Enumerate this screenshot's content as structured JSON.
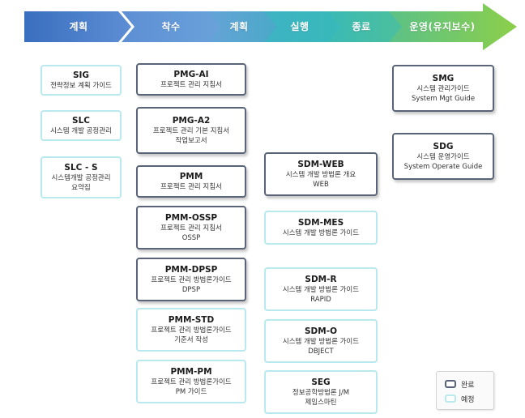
{
  "stages": [
    {
      "label": "계획",
      "color_from": "#3a6fbf",
      "color_to": "#5d8ed4"
    },
    {
      "label": "착수",
      "color_from": "#5d8ed4",
      "color_to": "#6aa2da"
    },
    {
      "label": "계획",
      "color_from": "#6aa2da",
      "color_to": "#4aa9c8"
    },
    {
      "label": "실행",
      "color_from": "#3fb2c6",
      "color_to": "#38b9b9"
    },
    {
      "label": "종료",
      "color_from": "#38b9b9",
      "color_to": "#4cbf9c"
    },
    {
      "label": "운영(유지보수)",
      "color_from": "#58c08c",
      "color_to": "#8ccf4a"
    }
  ],
  "columns": {
    "plan": [
      {
        "code": "SIG",
        "lines": [
          "전략정보 계획 가이드"
        ],
        "status": "planned"
      },
      {
        "code": "SLC",
        "lines": [
          "시스템 개발 공정관리"
        ],
        "status": "planned"
      },
      {
        "code": "SLC - S",
        "lines": [
          "시스템개발 공정관리",
          "요약집"
        ],
        "status": "planned"
      }
    ],
    "start": [
      {
        "code": "PMG-AI",
        "lines": [
          "프로젝트 관리 지침서"
        ],
        "status": "done"
      },
      {
        "code": "PMG-A2",
        "lines": [
          "프로젝트 관리 기본 지침서",
          "작업보고서"
        ],
        "status": "done"
      },
      {
        "code": "PMM",
        "lines": [
          "프로젝트 관리 지침서"
        ],
        "status": "done"
      },
      {
        "code": "PMM-OSSP",
        "lines": [
          "프로젝트 관리 지침서",
          "OSSP"
        ],
        "status": "done"
      },
      {
        "code": "PMM-DPSP",
        "lines": [
          "프로젝트 관리 방법론가이드",
          "DPSP"
        ],
        "status": "done"
      },
      {
        "code": "PMM-STD",
        "lines": [
          "프로젝트 관리 방법론가이드",
          "기준서 작성"
        ],
        "status": "planned"
      },
      {
        "code": "PMM-PM",
        "lines": [
          "프로젝트 관리 방법론가이드",
          "PM 가이드"
        ],
        "status": "planned"
      }
    ],
    "execute": [
      {
        "code": "SDM-WEB",
        "lines": [
          "시스템 개발 방법론 개요",
          "WEB"
        ],
        "status": "done"
      },
      {
        "code": "SDM-MES",
        "lines": [
          "시스템 개발 방법론 가이드"
        ],
        "status": "planned"
      },
      {
        "code": "SDM-R",
        "lines": [
          "시스템 개발 방법론 가이드",
          "RAPID"
        ],
        "status": "planned"
      },
      {
        "code": "SDM-O",
        "lines": [
          "시스템 개발 방법론 가이드",
          "DBJECT"
        ],
        "status": "planned"
      },
      {
        "code": "SEG",
        "lines": [
          "정보공학방법론 J/M",
          "제임스마틴"
        ],
        "status": "planned"
      }
    ],
    "operate": [
      {
        "code": "SMG",
        "lines": [
          "시스템 관리가이드",
          "System Mgt Guide"
        ],
        "status": "done"
      },
      {
        "code": "SDG",
        "lines": [
          "시스템 운영가이드",
          "System Operate Guide"
        ],
        "status": "done"
      }
    ]
  },
  "legend": {
    "done_label": "완료",
    "planned_label": "예정"
  }
}
